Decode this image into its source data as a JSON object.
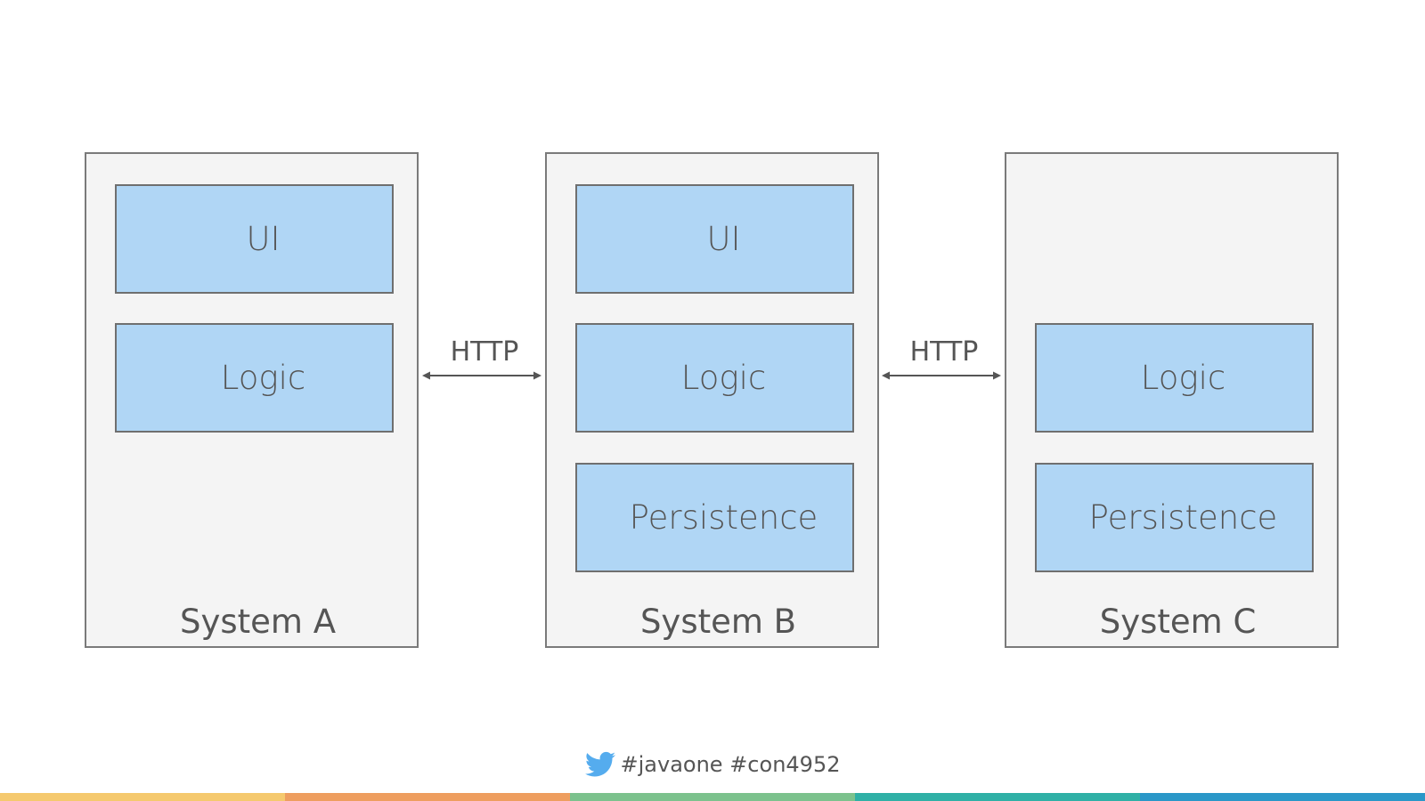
{
  "systems": [
    {
      "label": "System A",
      "layers": [
        "UI",
        "Logic"
      ]
    },
    {
      "label": "System B",
      "layers": [
        "UI",
        "Logic",
        "Persistence"
      ]
    },
    {
      "label": "System C",
      "layers": [
        "Logic",
        "Persistence"
      ]
    }
  ],
  "connections": [
    {
      "label": "HTTP"
    },
    {
      "label": "HTTP"
    }
  ],
  "footer": {
    "hashtags": "#javaone #con4952",
    "icon": "twitter-bird-icon"
  },
  "colors": {
    "system_fill": "#f4f4f4",
    "layer_fill": "#b0d6f5",
    "text": "#555555",
    "twitter": "#55acee",
    "bar": [
      "#f5c96e",
      "#ee9e5f",
      "#7cc28d",
      "#2fb0a6",
      "#2a97c8"
    ]
  }
}
